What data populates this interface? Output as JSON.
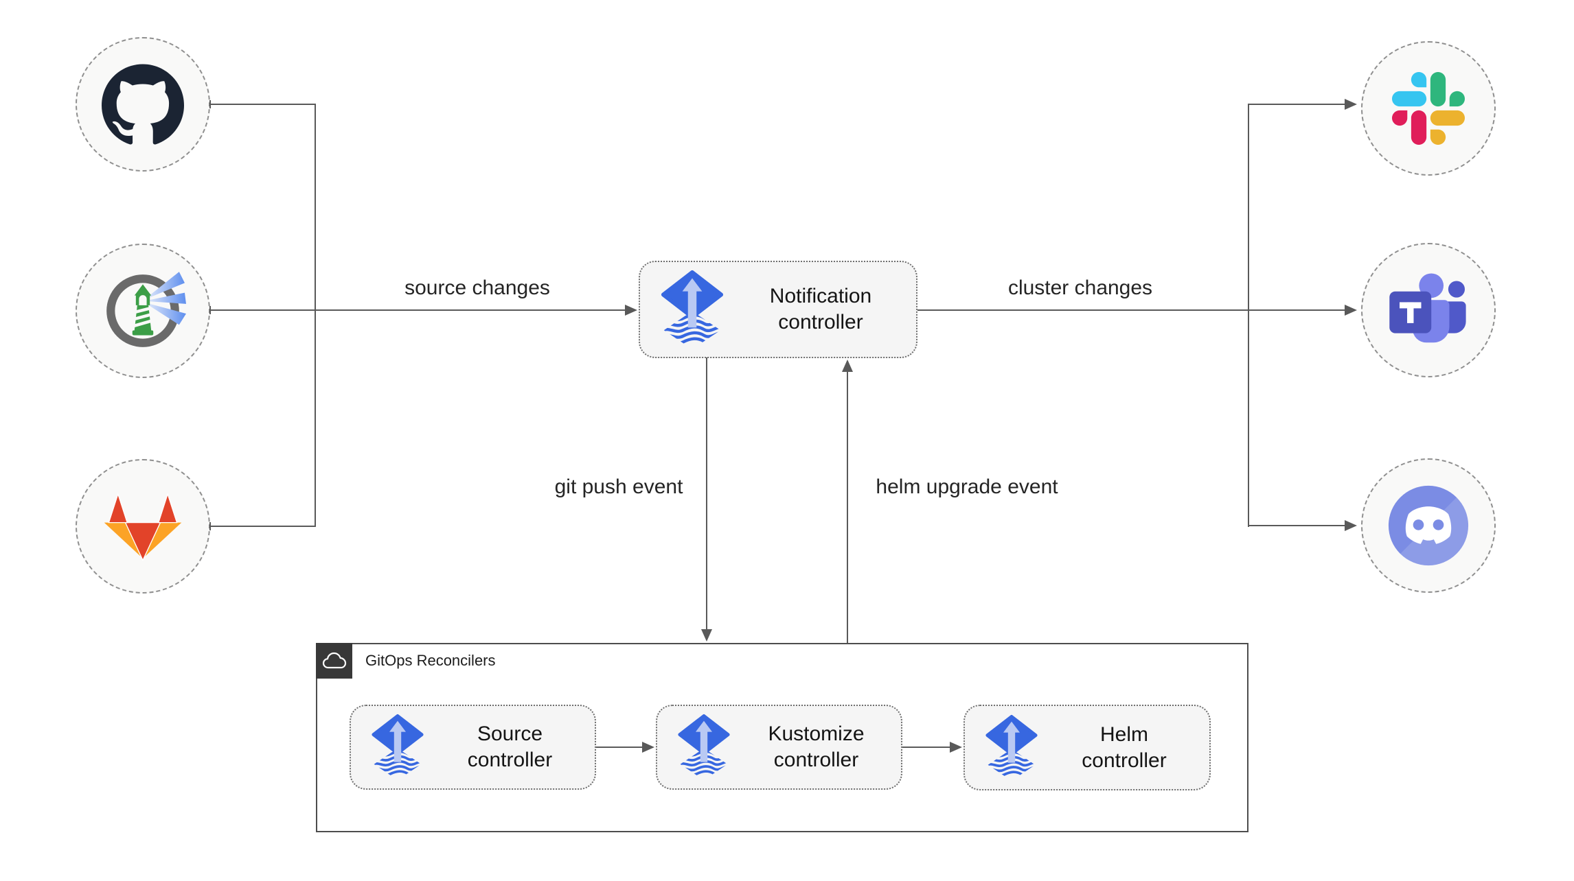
{
  "diagram": {
    "title_hint": "Flux notification-controller GitOps diagram",
    "sources": [
      {
        "name": "GitHub",
        "icon": "github-icon"
      },
      {
        "name": "Harbor",
        "icon": "harbor-icon"
      },
      {
        "name": "GitLab",
        "icon": "gitlab-icon"
      }
    ],
    "targets": [
      {
        "name": "Slack",
        "icon": "slack-icon"
      },
      {
        "name": "Microsoft Teams",
        "icon": "teams-icon"
      },
      {
        "name": "Discord",
        "icon": "discord-icon"
      }
    ],
    "notification": {
      "label": "Notification controller",
      "icon": "flux-icon"
    },
    "edges": {
      "source_changes": "source changes",
      "cluster_changes": "cluster changes",
      "git_push": "git push event",
      "helm_upgrade": "helm upgrade event"
    },
    "reconcilers": {
      "title": "GitOps Reconcilers",
      "icon": "cloud-icon",
      "items": [
        {
          "label": "Source controller",
          "icon": "flux-icon"
        },
        {
          "label": "Kustomize controller",
          "icon": "flux-icon"
        },
        {
          "label": "Helm controller",
          "icon": "flux-icon"
        }
      ]
    },
    "colors": {
      "flux_blue": "#3767e0",
      "flux_arrow_light": "#b9c9f3",
      "line_gray": "#595959",
      "box_fill": "#f5f5f5",
      "circle_fill": "#f9f9f8",
      "dashed_border": "#8f8f8f",
      "container_border": "#4d4d4d",
      "corner_square": "#383838",
      "github_dark": "#1b2433",
      "gitlab_red": "#e24329",
      "gitlab_orange": "#fca326",
      "slack_blue": "#36c5f0",
      "slack_green": "#2eb67d",
      "slack_red": "#e01e5a",
      "slack_yellow": "#ecb22e",
      "teams_purple": "#4b53bc",
      "teams_light": "#7b83eb",
      "teams_mid": "#5059c9",
      "discord_blurple": "#7b8ce4",
      "harbor_gray": "#6a6a6a",
      "harbor_green": "#3c9e47"
    }
  }
}
